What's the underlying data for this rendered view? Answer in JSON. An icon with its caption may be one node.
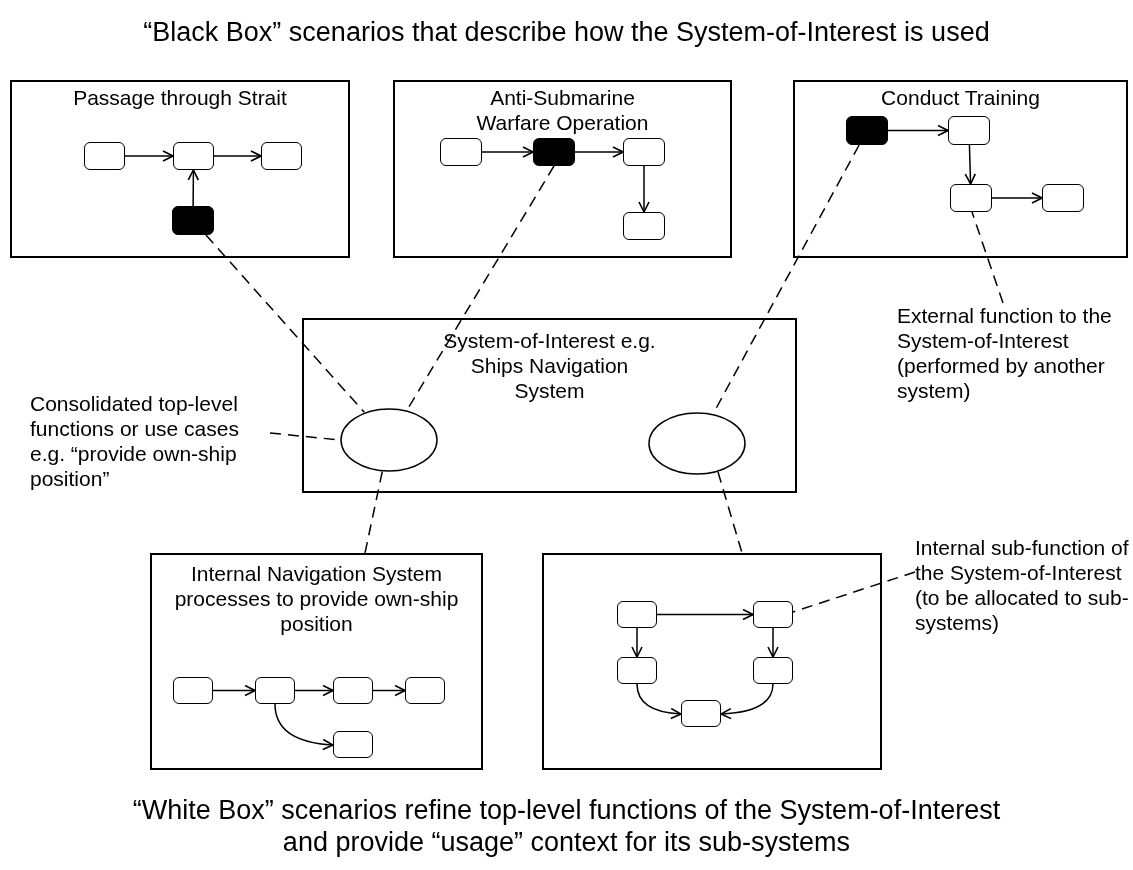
{
  "diagram": {
    "title": "“Black Box” scenarios that describe how the System-of-Interest is used",
    "caption": "“White Box” scenarios refine top-level functions of the System-of-Interest and provide “usage” context for its sub-systems",
    "nodes": [
      {
        "text": [
          "Passage through Strait"
        ]
      },
      {
        "text": [],
        "shape": "box",
        "in": 0
      },
      {
        "text": [],
        "shape": "box",
        "in": 0
      },
      {
        "text": [],
        "shape": "box",
        "in": 0
      },
      {
        "text": [],
        "shape": "box",
        "in": 0
      },
      {
        "text": [
          "Anti-Submarine Warfare Operation"
        ]
      },
      {
        "text": [],
        "shape": "box",
        "in": 5
      },
      {
        "text": [],
        "shape": "box",
        "in": 5
      },
      {
        "text": [],
        "shape": "box",
        "in": 5
      },
      {
        "text": [],
        "shape": "box",
        "in": 5
      },
      {
        "text": [
          "Conduct Training"
        ]
      },
      {
        "text": [],
        "shape": "box",
        "in": 10
      },
      {
        "text": [],
        "shape": "box",
        "in": 10
      },
      {
        "text": [],
        "shape": "box",
        "in": 10
      },
      {
        "text": [],
        "shape": "box",
        "in": 10
      },
      {
        "text": [
          "System-of-Interest e.g. Ships Navigation System"
        ]
      },
      {
        "text": [],
        "shape": "ellipse",
        "in": 15
      },
      {
        "text": [],
        "shape": "ellipse",
        "in": 15
      },
      {
        "text": [
          "Internal Navigation System processes to provide own-ship position"
        ]
      },
      {
        "text": [],
        "shape": "box",
        "in": 18
      },
      {
        "text": [],
        "shape": "box",
        "in": 18
      },
      {
        "text": [],
        "shape": "box",
        "in": 18
      },
      {
        "text": [],
        "shape": "box",
        "in": 18
      },
      {
        "text": [],
        "shape": "box",
        "in": 18
      },
      {
        "text": [],
        "shape": "box"
      },
      {
        "text": [],
        "shape": "box",
        "in": 24
      },
      {
        "text": [],
        "shape": "box",
        "in": 24
      },
      {
        "text": [],
        "shape": "box",
        "in": 24
      },
      {
        "text": [],
        "shape": "box",
        "in": 24
      },
      {
        "text": [],
        "shape": "box",
        "in": 24
      },
      {
        "text": [
          "Consolidated top-level functions or use cases e.g. “provide own-ship position”"
        ]
      },
      {
        "text": [
          "External function to the System-of-Interest (performed by another system)"
        ]
      },
      {
        "text": [
          "Internal sub-function of the System-of-Interest (to be allocated to sub-systems)"
        ]
      }
    ],
    "edges": [
      {
        "from": 1,
        "to": 2,
        "arrow": "to"
      },
      {
        "from": 2,
        "to": 3,
        "arrow": "to"
      },
      {
        "from": 4,
        "to": 2,
        "arrow": "to"
      },
      {
        "from": 6,
        "to": 7,
        "arrow": "to"
      },
      {
        "from": 7,
        "to": 8,
        "arrow": "to"
      },
      {
        "from": 8,
        "to": 9,
        "arrow": "to"
      },
      {
        "from": 11,
        "to": 12,
        "arrow": "to"
      },
      {
        "from": 12,
        "to": 13,
        "arrow": "to"
      },
      {
        "from": 13,
        "to": 14,
        "arrow": "to"
      },
      {
        "from": 19,
        "to": 20,
        "arrow": "to"
      },
      {
        "from": 20,
        "to": 21,
        "arrow": "to"
      },
      {
        "from": 21,
        "to": 22,
        "arrow": "to"
      },
      {
        "from": 20,
        "to": 23,
        "arrow": "to"
      },
      {
        "from": 25,
        "to": 26,
        "arrow": "to"
      },
      {
        "from": 25,
        "to": 27,
        "arrow": "to"
      },
      {
        "from": 26,
        "to": 28,
        "arrow": "to"
      },
      {
        "from": 27,
        "to": 29,
        "arrow": "to"
      },
      {
        "from": 28,
        "to": 29,
        "arrow": "to"
      },
      {
        "from": 4,
        "to": 16,
        "arrow": "none",
        "style": "dashed"
      },
      {
        "from": 7,
        "to": 16,
        "arrow": "none",
        "style": "dashed"
      },
      {
        "from": 16,
        "to": 18,
        "arrow": "none",
        "style": "dashed"
      },
      {
        "from": 11,
        "to": 17,
        "arrow": "none",
        "style": "dashed"
      },
      {
        "from": 17,
        "to": 24,
        "arrow": "none",
        "style": "dashed"
      },
      {
        "from": 30,
        "to": 16,
        "arrow": "none",
        "style": "dashed"
      },
      {
        "from": 31,
        "to": 13,
        "arrow": "none",
        "style": "dashed"
      },
      {
        "from": 32,
        "to": 26,
        "arrow": "none",
        "style": "dashed"
      }
    ]
  }
}
